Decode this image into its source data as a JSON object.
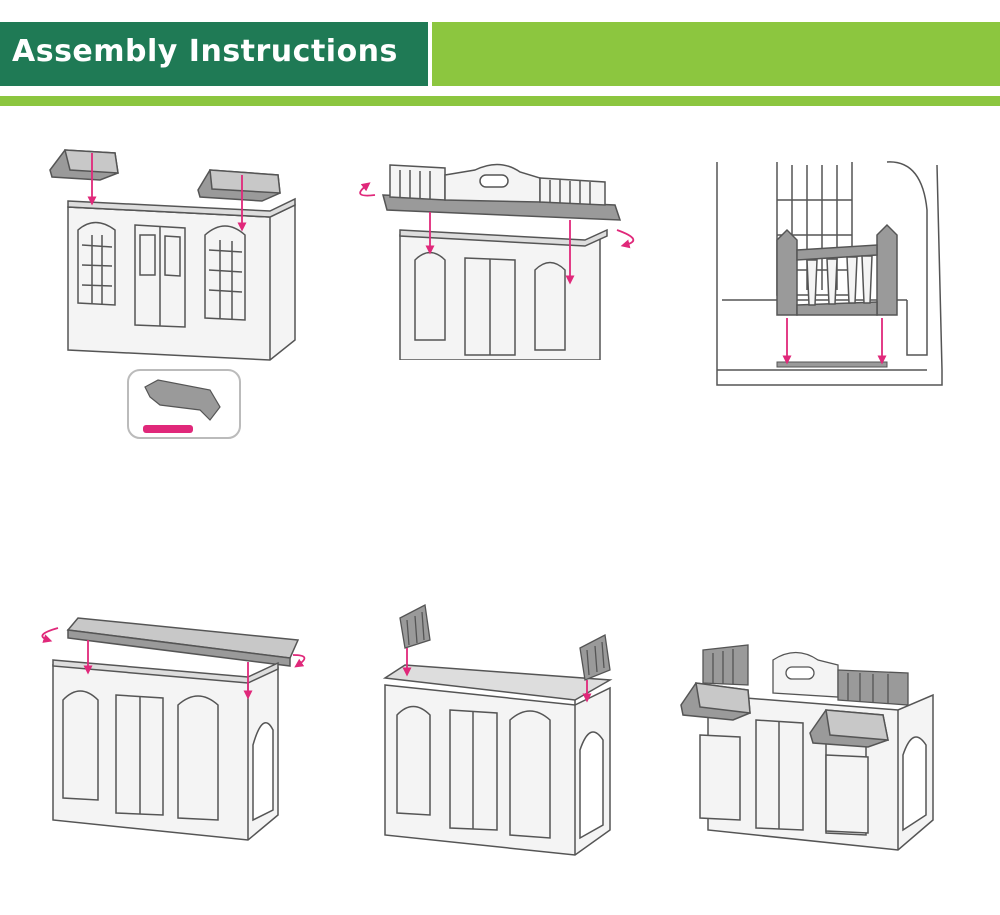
{
  "header": {
    "title": "Assembly Instructions",
    "title_bg": "#1f7a55",
    "bar_color": "#8cc63f",
    "title_color": "#ffffff"
  },
  "steps": [
    {
      "name": "step-1",
      "icon": "awnings-onto-front-wall",
      "inset_icon": "awning-clip-detail"
    },
    {
      "name": "step-2",
      "icon": "railing-panel-rotate-onto-frame"
    },
    {
      "name": "step-3",
      "icon": "balcony-railing-closeup"
    },
    {
      "name": "step-4",
      "icon": "roof-panel-rotate-onto-frame"
    },
    {
      "name": "step-5",
      "icon": "corner-railings-onto-roof"
    },
    {
      "name": "step-6",
      "icon": "completed-house"
    }
  ],
  "colors": {
    "arrow": "#e0287a",
    "outline": "#555555",
    "fill_light": "#f4f4f4",
    "fill_dark": "#9a9a9a"
  }
}
